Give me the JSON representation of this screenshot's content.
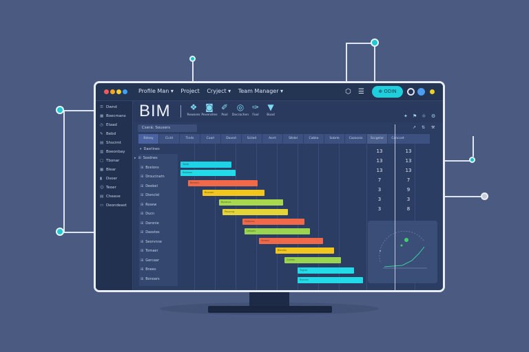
{
  "titlebar": {
    "menu": [
      "Profile Man ▾",
      "Project",
      "Cryject ▾",
      "Team Manager ▾"
    ],
    "action_button": "⊕ ODIN"
  },
  "sidebar": {
    "items": [
      "Dwnd",
      "Boecmans",
      "Etaad",
      "Bebd",
      "Shscimt",
      "Boeonbay",
      "Tbonar",
      "Blear",
      "Dsoer",
      "Teoer",
      "Cheave",
      "Deondeast"
    ]
  },
  "ribbon": {
    "logo": "BIM",
    "tools": [
      "Rewares",
      "Pevendres",
      "Pool",
      "Decrachen",
      "Fool",
      "Boad"
    ]
  },
  "content": {
    "filter_text": "Cserá: Sousers",
    "header_cells": [
      "Rdney",
      "Cicld",
      "Tinds",
      "Coarl",
      "Daved",
      "Sciled",
      "Asrrt",
      "Sltdel",
      "Cabke",
      "Sobrle",
      "Cazaceis",
      "Sccgelvr",
      "Canccet"
    ],
    "tree_title": "Dasrlines",
    "tree_rows": [
      "Sosdnes",
      "Bcelons",
      "Droucinatn",
      "Deebel",
      "Dienclst",
      "Rosew",
      "Ducn",
      "Daronie",
      "Daoxtes",
      "Seorvnne",
      "Tomaer",
      "Gercaar",
      "Bnees",
      "Bonoars"
    ],
    "num_col_a": [
      "13",
      "13",
      "13",
      "7",
      "3",
      "3",
      "3"
    ],
    "num_col_b": [
      "13",
      "13",
      "13",
      "7",
      "9",
      "3",
      "8"
    ]
  },
  "gantt": {
    "bars": [
      {
        "label": "Toolb",
        "color": "#1fd3e6",
        "start": 0.0,
        "end": 0.28
      },
      {
        "label": "Roobom",
        "color": "#22dbe8",
        "start": 0.0,
        "end": 0.3
      },
      {
        "label": "Bealms",
        "color": "#f06a4a",
        "start": 0.04,
        "end": 0.42
      },
      {
        "label": "Bcorom",
        "color": "#f2c51f",
        "start": 0.12,
        "end": 0.46
      },
      {
        "label": "Bsconvs",
        "color": "#a8d94c",
        "start": 0.21,
        "end": 0.56
      },
      {
        "label": "Peuerng",
        "color": "#e5d33a",
        "start": 0.23,
        "end": 0.59
      },
      {
        "label": "Detbans",
        "color": "#f06a4a",
        "start": 0.34,
        "end": 0.68
      },
      {
        "label": "Lelsaris",
        "color": "#9bd450",
        "start": 0.35,
        "end": 0.71
      },
      {
        "label": "Sowed",
        "color": "#f06a4a",
        "start": 0.43,
        "end": 0.78
      },
      {
        "label": "Blereds",
        "color": "#f2c51f",
        "start": 0.52,
        "end": 0.84
      },
      {
        "label": "Comes",
        "color": "#9bd450",
        "start": 0.57,
        "end": 0.88
      },
      {
        "label": "Tegrse",
        "color": "#22dbe8",
        "start": 0.64,
        "end": 0.95
      },
      {
        "label": "Boones",
        "color": "#22dbe8",
        "start": 0.64,
        "end": 1.0
      }
    ]
  },
  "colors": {
    "background": "#4a5a80",
    "accent": "#1fd0dc"
  }
}
